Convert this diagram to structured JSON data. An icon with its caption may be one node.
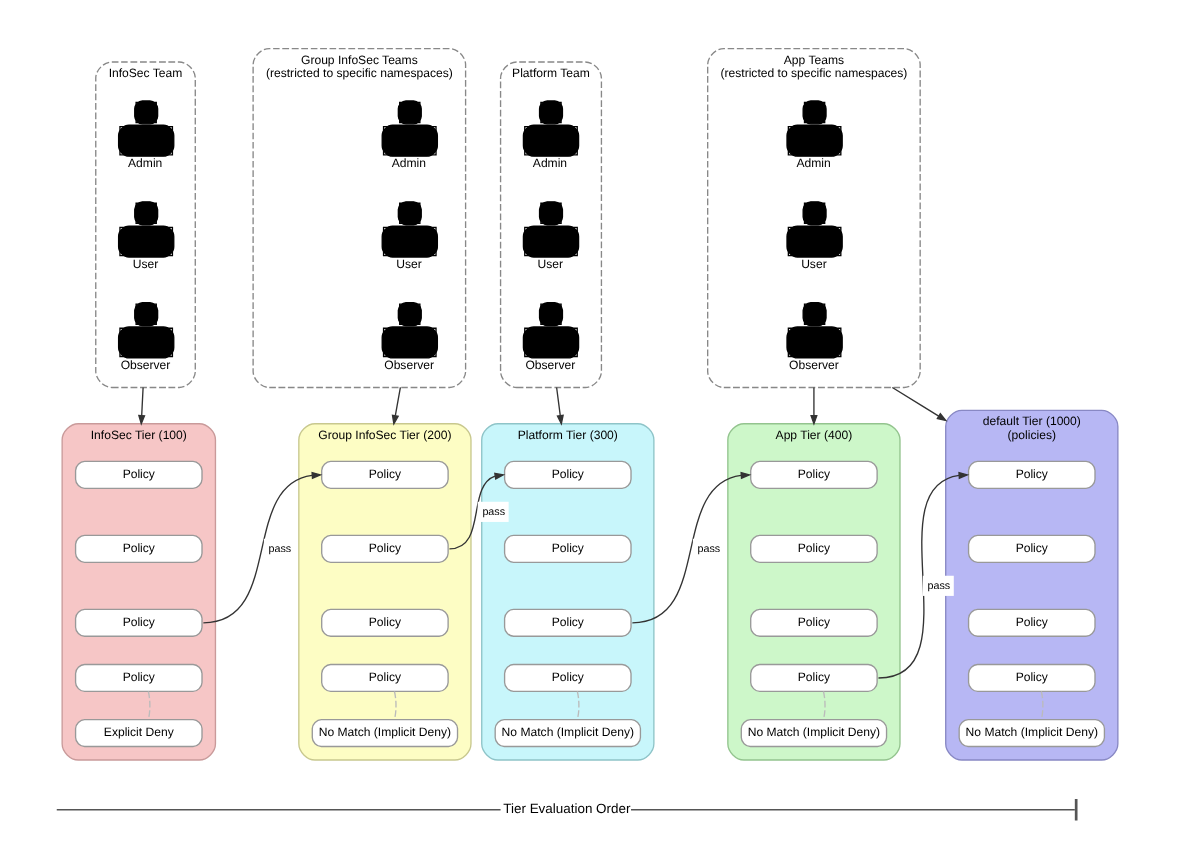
{
  "diagram": {
    "nodes": [
      {
        "text": [
          "InfoSec Team"
        ]
      },
      {
        "text": [],
        "shape": "person",
        "beside": [
          "Admin"
        ],
        "in": 0
      },
      {
        "text": [],
        "shape": "person",
        "beside": [
          "User"
        ],
        "in": 0
      },
      {
        "text": [],
        "shape": "person",
        "beside": [
          "Observer"
        ],
        "in": 0
      },
      {
        "text": [
          "Group InfoSec Teams (restricted to specific namespaces)"
        ]
      },
      {
        "text": [],
        "shape": "person",
        "beside": [
          "Admin"
        ],
        "in": 4
      },
      {
        "text": [],
        "shape": "person",
        "beside": [
          "User"
        ],
        "in": 4
      },
      {
        "text": [],
        "shape": "person",
        "beside": [
          "Observer"
        ],
        "in": 4
      },
      {
        "text": [
          "Platform Team"
        ]
      },
      {
        "text": [],
        "shape": "person",
        "beside": [
          "Admin"
        ],
        "in": 8
      },
      {
        "text": [],
        "shape": "person",
        "beside": [
          "User"
        ],
        "in": 8
      },
      {
        "text": [],
        "shape": "person",
        "beside": [
          "Observer"
        ],
        "in": 8
      },
      {
        "text": [
          "App Teams (restricted to specific namespaces)"
        ]
      },
      {
        "text": [],
        "shape": "person",
        "beside": [
          "Admin"
        ],
        "in": 12
      },
      {
        "text": [],
        "shape": "person",
        "beside": [
          "User"
        ],
        "in": 12
      },
      {
        "text": [],
        "shape": "person",
        "beside": [
          "Observer"
        ],
        "in": 12
      },
      {
        "text": [
          "InfoSec Tier (100)"
        ]
      },
      {
        "text": [
          "Policy"
        ],
        "in": 16
      },
      {
        "text": [
          "Policy"
        ],
        "in": 16
      },
      {
        "text": [
          "Policy"
        ],
        "in": 16
      },
      {
        "text": [
          "Policy"
        ],
        "in": 16
      },
      {
        "text": [
          "Explicit Deny"
        ],
        "in": 16
      },
      {
        "text": [
          "Group InfoSec Tier (200)"
        ]
      },
      {
        "text": [
          "Policy"
        ],
        "in": 22
      },
      {
        "text": [
          "Policy"
        ],
        "in": 22
      },
      {
        "text": [
          "Policy"
        ],
        "in": 22
      },
      {
        "text": [
          "Policy"
        ],
        "in": 22
      },
      {
        "text": [
          "No Match (Implicit Deny)"
        ],
        "in": 22
      },
      {
        "text": [
          "Platform Tier (300)"
        ]
      },
      {
        "text": [
          "Policy"
        ],
        "in": 28
      },
      {
        "text": [
          "Policy"
        ],
        "in": 28
      },
      {
        "text": [
          "Policy"
        ],
        "in": 28
      },
      {
        "text": [
          "Policy"
        ],
        "in": 28
      },
      {
        "text": [
          "No Match (Implicit Deny)"
        ],
        "in": 28
      },
      {
        "text": [
          "App Tier (400)"
        ]
      },
      {
        "text": [
          "Policy"
        ],
        "in": 34
      },
      {
        "text": [
          "Policy"
        ],
        "in": 34
      },
      {
        "text": [
          "Policy"
        ],
        "in": 34
      },
      {
        "text": [
          "Policy"
        ],
        "in": 34
      },
      {
        "text": [
          "No Match (Implicit Deny)"
        ],
        "in": 34
      },
      {
        "text": [
          "default Tier (1000) (policies)"
        ]
      },
      {
        "text": [
          "Policy"
        ],
        "in": 40
      },
      {
        "text": [
          "Policy"
        ],
        "in": 40
      },
      {
        "text": [
          "Policy"
        ],
        "in": 40
      },
      {
        "text": [
          "Policy"
        ],
        "in": 40
      },
      {
        "text": [
          "No Match (Implicit Deny)"
        ],
        "in": 40
      }
    ],
    "edges": [
      {
        "from": 0,
        "to": 16,
        "arrow": "to"
      },
      {
        "from": 4,
        "to": 22,
        "arrow": "to"
      },
      {
        "from": 8,
        "to": 28,
        "arrow": "to"
      },
      {
        "from": 12,
        "to": 34,
        "arrow": "to"
      },
      {
        "from": 12,
        "to": 40,
        "arrow": "to"
      },
      {
        "from": 19,
        "to": 23,
        "arrow": "to",
        "label": "pass"
      },
      {
        "from": 24,
        "to": 29,
        "arrow": "to",
        "label": "pass"
      },
      {
        "from": 31,
        "to": 35,
        "arrow": "to",
        "label": "pass"
      },
      {
        "from": 38,
        "to": 41,
        "arrow": "to",
        "label": "pass"
      },
      {
        "from": 20,
        "to": 21,
        "arrow": "none",
        "style": "dashed",
        "color": "#bbbbbb"
      },
      {
        "from": 26,
        "to": 27,
        "arrow": "none",
        "style": "dashed",
        "color": "#bbbbbb"
      },
      {
        "from": 32,
        "to": 33,
        "arrow": "none",
        "style": "dashed",
        "color": "#bbbbbb"
      },
      {
        "from": 38,
        "to": 39,
        "arrow": "none",
        "style": "dashed",
        "color": "#bbbbbb"
      },
      {
        "from": 44,
        "to": 45,
        "arrow": "none",
        "style": "dashed",
        "color": "#bbbbbb"
      }
    ],
    "labels": [
      "Tier Evaluation Order"
    ]
  }
}
